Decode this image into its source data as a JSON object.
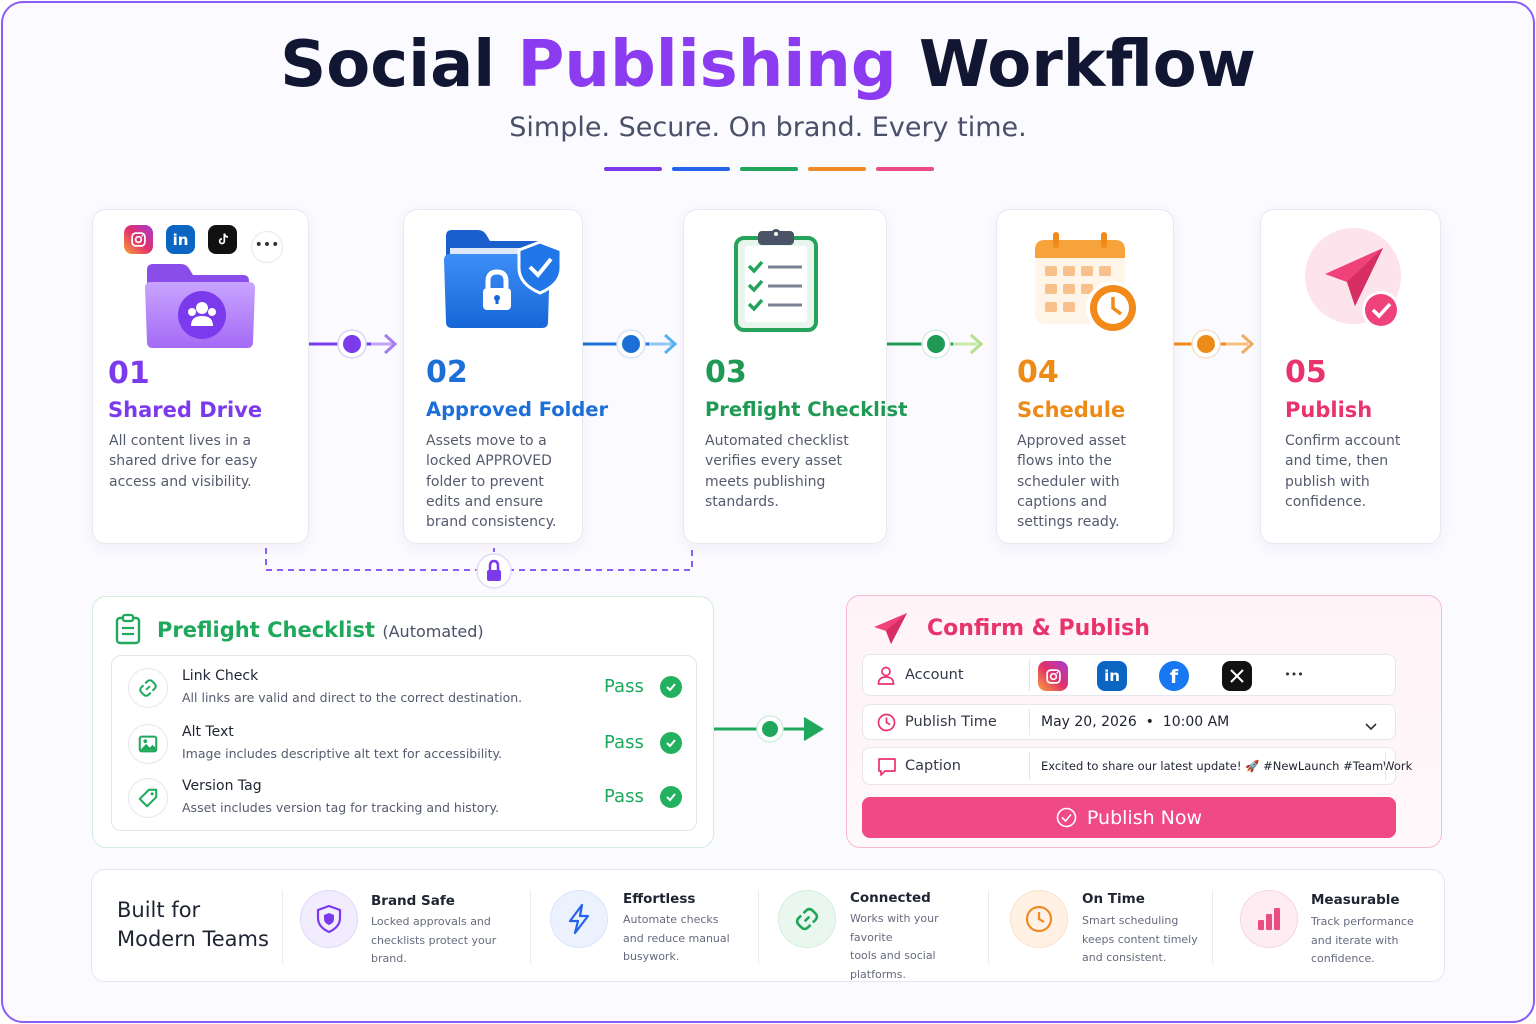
{
  "header": {
    "title_start": "Social ",
    "title_accent": "Publishing",
    "title_end": " Workflow",
    "subtitle": "Simple. Secure. On brand. Every time.",
    "divider_colors": [
      "#7c3aed",
      "#2563eb",
      "#22a55b",
      "#f08a24",
      "#ec4c84"
    ]
  },
  "steps": [
    {
      "number": "01",
      "name": "Shared Drive",
      "lines": [
        "All content lives in a",
        "shared drive for easy",
        "access and visibility."
      ],
      "color": "#7c3aed"
    },
    {
      "number": "02",
      "name": "Approved Folder",
      "lines": [
        "Assets move to a",
        "locked APPROVED",
        "folder to prevent",
        "edits and ensure",
        "brand consistency."
      ],
      "color": "#1d6fd8"
    },
    {
      "number": "03",
      "name": "Preflight Checklist",
      "lines": [
        "Automated checklist",
        "verifies every asset",
        "meets publishing",
        "standards."
      ],
      "color": "#1f9a55"
    },
    {
      "number": "04",
      "name": "Schedule",
      "lines": [
        "Approved asset",
        "flows into the",
        "scheduler with",
        "captions and",
        "settings ready."
      ],
      "color": "#ee8a16"
    },
    {
      "number": "05",
      "name": "Publish",
      "lines": [
        "Confirm account",
        "and time, then",
        "publish with",
        "confidence."
      ],
      "color": "#e8336d"
    }
  ],
  "preflight": {
    "title": "Preflight Checklist",
    "title_suffix": "(Automated)",
    "checks": [
      {
        "name": "Link Check",
        "desc": "All links are valid and direct to the correct destination.",
        "status": "Pass",
        "icon": "link-icon"
      },
      {
        "name": "Alt Text",
        "desc": "Image includes descriptive alt text for accessibility.",
        "status": "Pass",
        "icon": "image-icon"
      },
      {
        "name": "Version Tag",
        "desc": "Asset includes version tag for tracking and history.",
        "status": "Pass",
        "icon": "tag-icon"
      }
    ]
  },
  "confirm": {
    "title": "Confirm & Publish",
    "account_label": "Account",
    "publish_time_label": "Publish Time",
    "publish_time_value": "May 20, 2026  •  10:00 AM",
    "caption_label": "Caption",
    "caption_value": "Excited to share our latest update! 🚀 #NewLaunch #TeamWork",
    "button_label": "Publish Now"
  },
  "footer": {
    "heading_line1": "Built for",
    "heading_line2": "Modern Teams",
    "items": [
      {
        "name": "Brand Safe",
        "lines": [
          "Locked approvals and",
          "checklists protect your brand."
        ],
        "color": "#7c3aed",
        "bg": "#f1ecfe"
      },
      {
        "name": "Effortless",
        "lines": [
          "Automate checks",
          "and reduce manual",
          "busywork."
        ],
        "color": "#2563eb",
        "bg": "#ebf2fe"
      },
      {
        "name": "Connected",
        "lines": [
          "Works with your favorite",
          "tools and social",
          "platforms."
        ],
        "color": "#22a55b",
        "bg": "#eaf7ef"
      },
      {
        "name": "On Time",
        "lines": [
          "Smart scheduling",
          "keeps content timely",
          "and consistent."
        ],
        "color": "#f08a24",
        "bg": "#fff2e5"
      },
      {
        "name": "Measurable",
        "lines": [
          "Track performance",
          "and iterate with",
          "confidence."
        ],
        "color": "#ec4c84",
        "bg": "#fdecf2"
      }
    ]
  }
}
